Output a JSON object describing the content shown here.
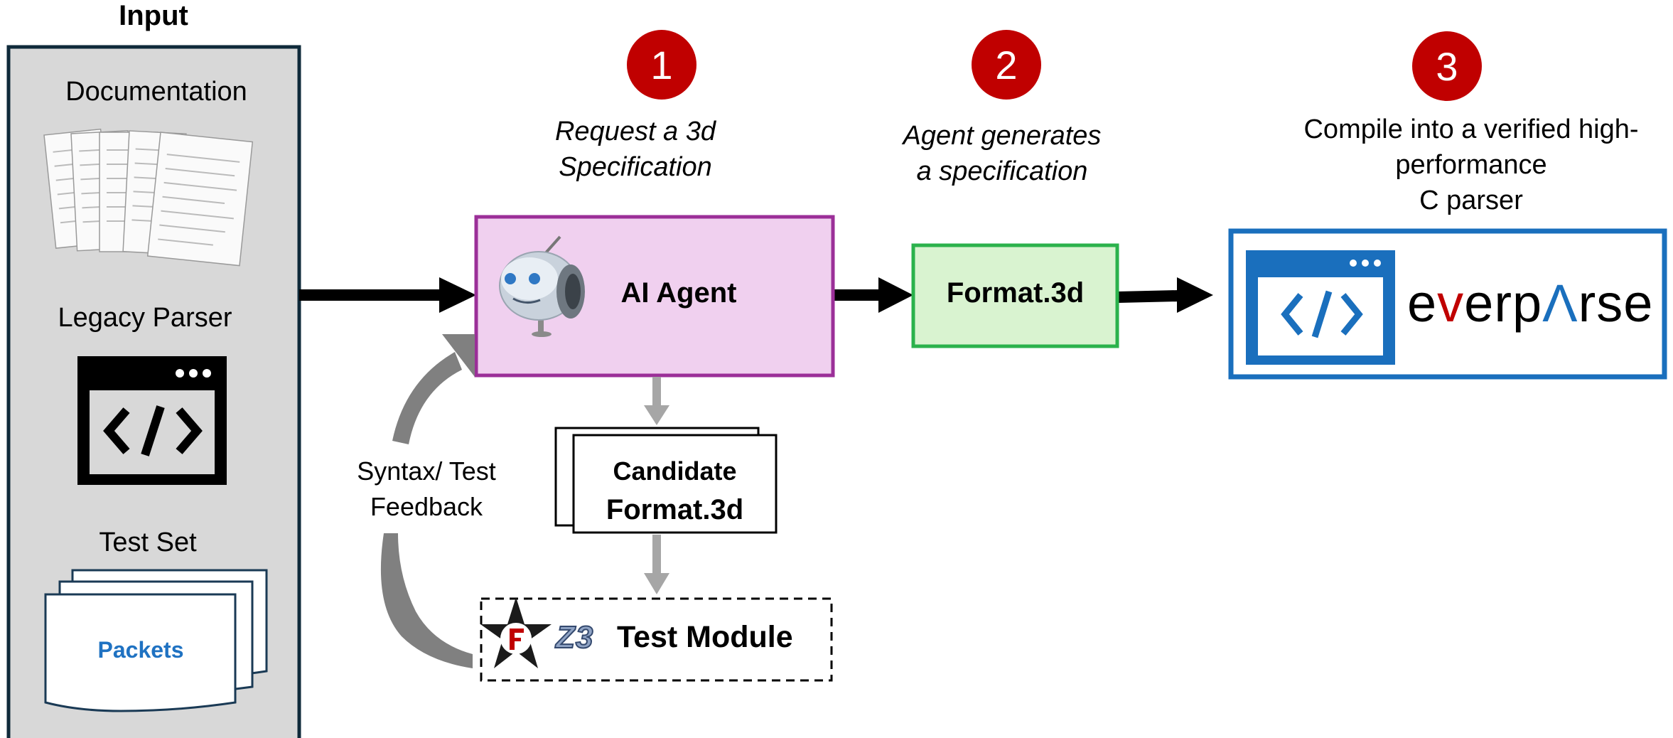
{
  "input_panel": {
    "title": "Input",
    "documentation_label": "Documentation",
    "legacy_parser_label": "Legacy Parser",
    "test_set_label": "Test Set",
    "packets_label": "Packets"
  },
  "steps": [
    {
      "number": "1",
      "caption_line1": "Request a 3d",
      "caption_line2": "Specification"
    },
    {
      "number": "2",
      "caption_line1": "Agent generates",
      "caption_line2": "a specification"
    },
    {
      "number": "3",
      "caption_line1": "Compile into a verified high-",
      "caption_line2": "performance",
      "caption_line3": "C parser"
    }
  ],
  "ai_agent": {
    "label": "AI Agent"
  },
  "format_box": {
    "label": "Format.3d"
  },
  "candidate": {
    "line1": "Candidate",
    "line2": "Format.3d"
  },
  "test_module": {
    "z3_label": "Z3",
    "label": "Test Module"
  },
  "feedback": {
    "line1": "Syntax/ Test",
    "line2": "Feedback"
  },
  "everparse": {
    "logo_text": "everparse"
  },
  "colors": {
    "step_red": "#c00000",
    "agent_fill": "#f0d0ef",
    "agent_border": "#9b2f98",
    "format_fill": "#d9f3d0",
    "format_border": "#2bb24c",
    "everparse_blue": "#1a6fbd",
    "input_panel_fill": "#d8d8d8",
    "input_panel_border": "#0f2a3a",
    "packets_blue": "#1f72c2",
    "gray_arrow": "#a6a6a6"
  }
}
